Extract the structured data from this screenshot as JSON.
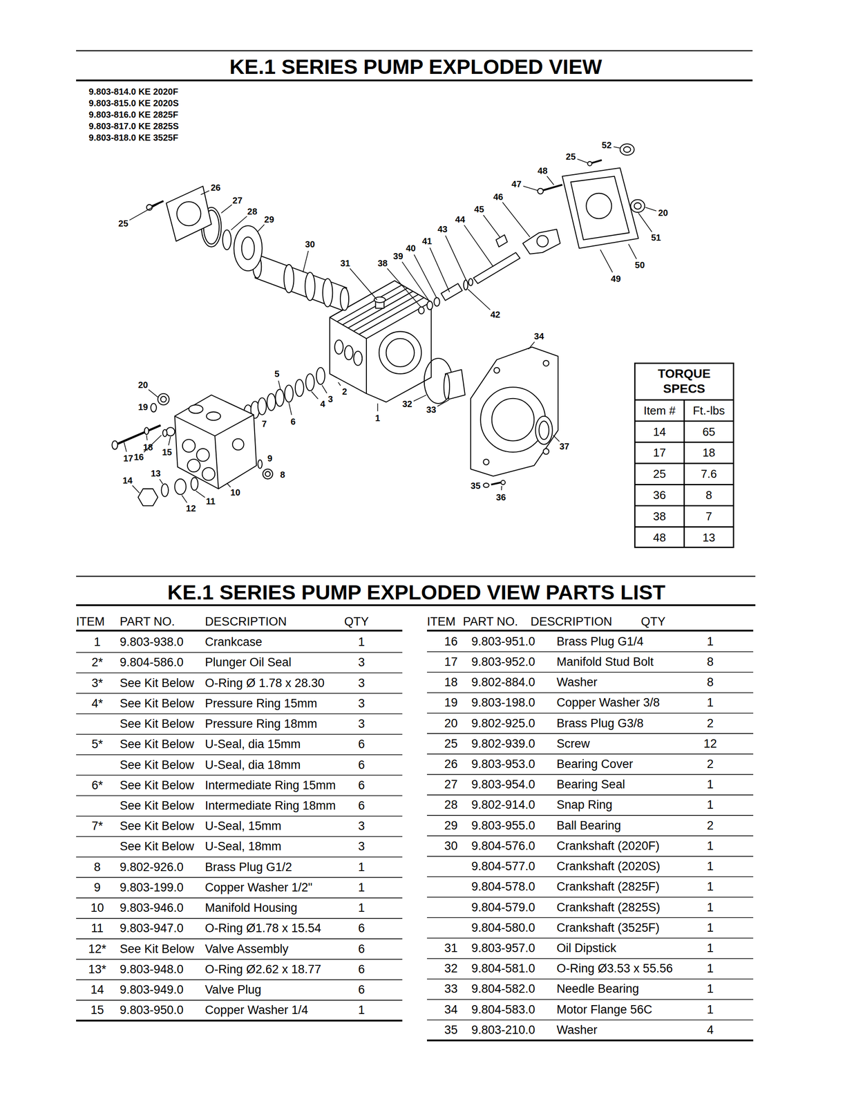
{
  "diagram": {
    "title": "KE.1 SERIES PUMP EXPLODED VIEW",
    "labels": [
      "9.803-814.0 KE 2020F",
      "9.803-815.0 KE 2020S",
      "9.803-816.0 KE 2825F",
      "9.803-817.0 KE 2825S",
      "9.803-818.0 KE 3525F",
      "25",
      "26",
      "27",
      "28",
      "29",
      "30",
      "31",
      "38",
      "39",
      "40",
      "41",
      "43",
      "44",
      "45",
      "46",
      "47",
      "48",
      "25",
      "52",
      "20",
      "51",
      "50",
      "49",
      "42",
      "34",
      "1",
      "2",
      "3",
      "4",
      "5",
      "6",
      "7",
      "20",
      "19",
      "18",
      "16",
      "15",
      "17",
      "13",
      "14",
      "12",
      "11",
      "10",
      "9",
      "8",
      "32",
      "33",
      "37",
      "35",
      "36",
      "TORQUE SPECS",
      "Item #",
      "Ft.-lbs",
      "14",
      "65",
      "17",
      "18",
      "25",
      "7.6",
      "36",
      "8",
      "38",
      "7",
      "48",
      "13",
      "KE.1 SERIES PUMP EXPLODED VIEW PARTS LIST",
      "ITEM",
      "PART NO.",
      "DESCRIPTION",
      "QTY",
      "ITEM",
      "PART NO.",
      "DESCRIPTION",
      "QTY",
      "1",
      "9.803-938.0",
      "Crankcase",
      "1",
      "2*",
      "9.804-586.0",
      "Plunger Oil Seal",
      "3",
      "3*",
      "See Kit Below",
      "O-Ring Ø 1.78 x 28.30",
      "3",
      "4*",
      "See Kit Below",
      "Pressure Ring 15mm",
      "3",
      "See Kit Below",
      "Pressure Ring 18mm",
      "3",
      "5*",
      "See Kit Below",
      "U-Seal, dia 15mm",
      "6",
      "See Kit Below",
      "U-Seal, dia 18mm",
      "6",
      "6*",
      "See Kit Below",
      "Intermediate Ring 15mm",
      "6",
      "See Kit Below",
      "Intermediate Ring 18mm",
      "6",
      "7*",
      "See Kit Below",
      "U-Seal, 15mm",
      "3",
      "See Kit Below",
      "U-Seal, 18mm",
      "3",
      "8",
      "9.802-926.0",
      "Brass Plug G1/2",
      "1",
      "9",
      "9.803-199.0",
      "Copper Washer 1/2\"",
      "1",
      "10",
      "9.803-946.0",
      "Manifold Housing",
      "1",
      "11",
      "9.803-947.0",
      "O-Ring Ø1.78 x 15.54",
      "6",
      "12*",
      "See Kit Below",
      "Valve Assembly",
      "6",
      "13*",
      "9.803-948.0",
      "O-Ring Ø2.62 x 18.77",
      "6",
      "14",
      "9.803-949.0",
      "Valve Plug",
      "6",
      "15",
      "9.803-950.0",
      "Copper Washer 1/4",
      "1",
      "16",
      "9.803-951.0",
      "Brass Plug G1/4",
      "1",
      "17",
      "9.803-952.0",
      "Manifold Stud Bolt",
      "8",
      "18",
      "9.802-884.0",
      "Washer",
      "8",
      "19",
      "9.803-198.0",
      "Copper Washer 3/8",
      "1",
      "20",
      "9.802-925.0",
      "Brass Plug G3/8",
      "2",
      "25",
      "9.802-939.0",
      "Screw",
      "12",
      "26",
      "9.803-953.0",
      "Bearing Cover",
      "2",
      "27",
      "9.803-954.0",
      "Bearing Seal",
      "1",
      "28",
      "9.802-914.0",
      "Snap Ring",
      "1",
      "29",
      "9.803-955.0",
      "Ball Bearing",
      "2",
      "30",
      "9.804-576.0",
      "Crankshaft (2020F)",
      "1",
      "9.804-577.0",
      "Crankshaft (2020S)",
      "1",
      "9.804-578.0",
      "Crankshaft (2825F)",
      "1",
      "9.804-579.0",
      "Crankshaft (2825S)",
      "1",
      "9.804-580.0",
      "Crankshaft (3525F)",
      "1",
      "31",
      "9.803-957.0",
      "Oil Dipstick",
      "1",
      "32",
      "9.804-581.0",
      "O-Ring Ø3.53 x 55.56",
      "1",
      "33",
      "9.804-582.0",
      "Needle Bearing",
      "1",
      "34",
      "9.804-583.0",
      "Motor Flange 56C",
      "1",
      "35",
      "9.803-210.0",
      "Washer",
      "4"
    ]
  }
}
